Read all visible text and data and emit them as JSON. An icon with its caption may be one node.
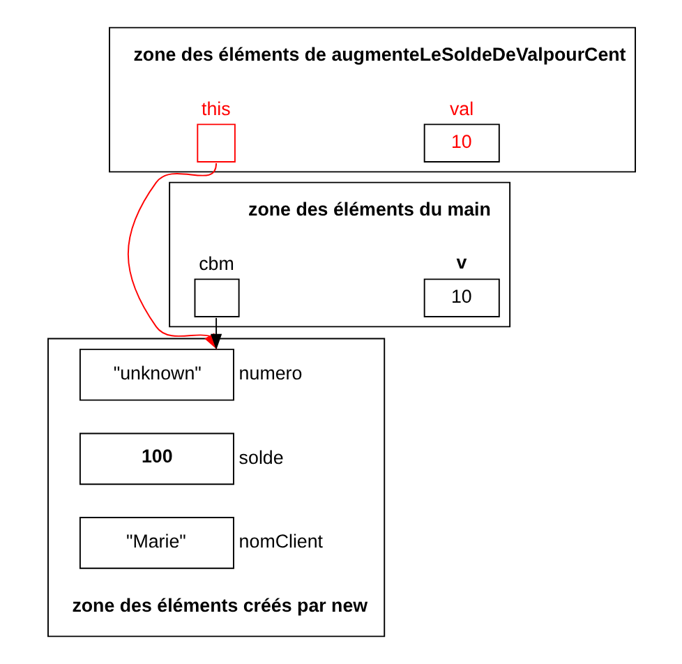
{
  "diagram": {
    "nodes": [
      {
        "text": [
          "zone des éléments de augmenteLeSoldeDeValpourCent"
        ]
      },
      {
        "text": [
          "this"
        ],
        "in": 0
      },
      {
        "text": [
          "val",
          "10"
        ],
        "in": 0
      },
      {
        "text": [
          "zone des éléments du main"
        ]
      },
      {
        "text": [
          "cbm"
        ],
        "in": 3
      },
      {
        "text": [
          "v",
          "10"
        ],
        "in": 3
      },
      {
        "text": [
          "zone des éléments créés par new"
        ]
      },
      {
        "text": [
          "\"unknown\""
        ],
        "in": 6,
        "beside": [
          "numero"
        ]
      },
      {
        "text": [
          "100"
        ],
        "in": 6,
        "beside": [
          "solde"
        ]
      },
      {
        "text": [
          "\"Marie\""
        ],
        "in": 6,
        "beside": [
          "nomClient"
        ]
      }
    ],
    "edges": [
      {
        "from": 1,
        "to": 7,
        "arrow": "to",
        "color": "#ff0000"
      },
      {
        "from": 4,
        "to": 7,
        "arrow": "to",
        "color": "#000000"
      }
    ]
  }
}
